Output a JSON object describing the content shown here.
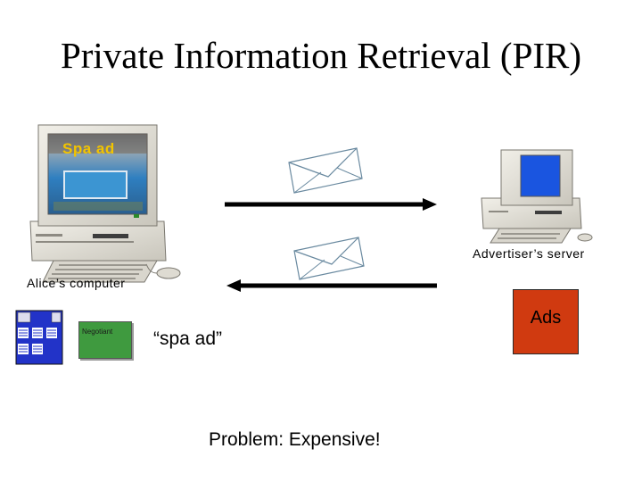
{
  "slide": {
    "title": "Private Information Retrieval (PIR)"
  },
  "alice": {
    "label": "Alice’s computer",
    "screen_text": "Spa ad"
  },
  "advertiser": {
    "label": "Advertiser’s server"
  },
  "negotiant": {
    "label": "Negotiant"
  },
  "query": {
    "text": "“spa ad”"
  },
  "ads": {
    "label": "Ads",
    "color": "#d03a10"
  },
  "note": {
    "text": "Problem: Expensive!"
  },
  "icons": [
    "computer-icon",
    "server-icon",
    "envelope-icon",
    "arrow-right",
    "arrow-left",
    "document-list-icon"
  ]
}
